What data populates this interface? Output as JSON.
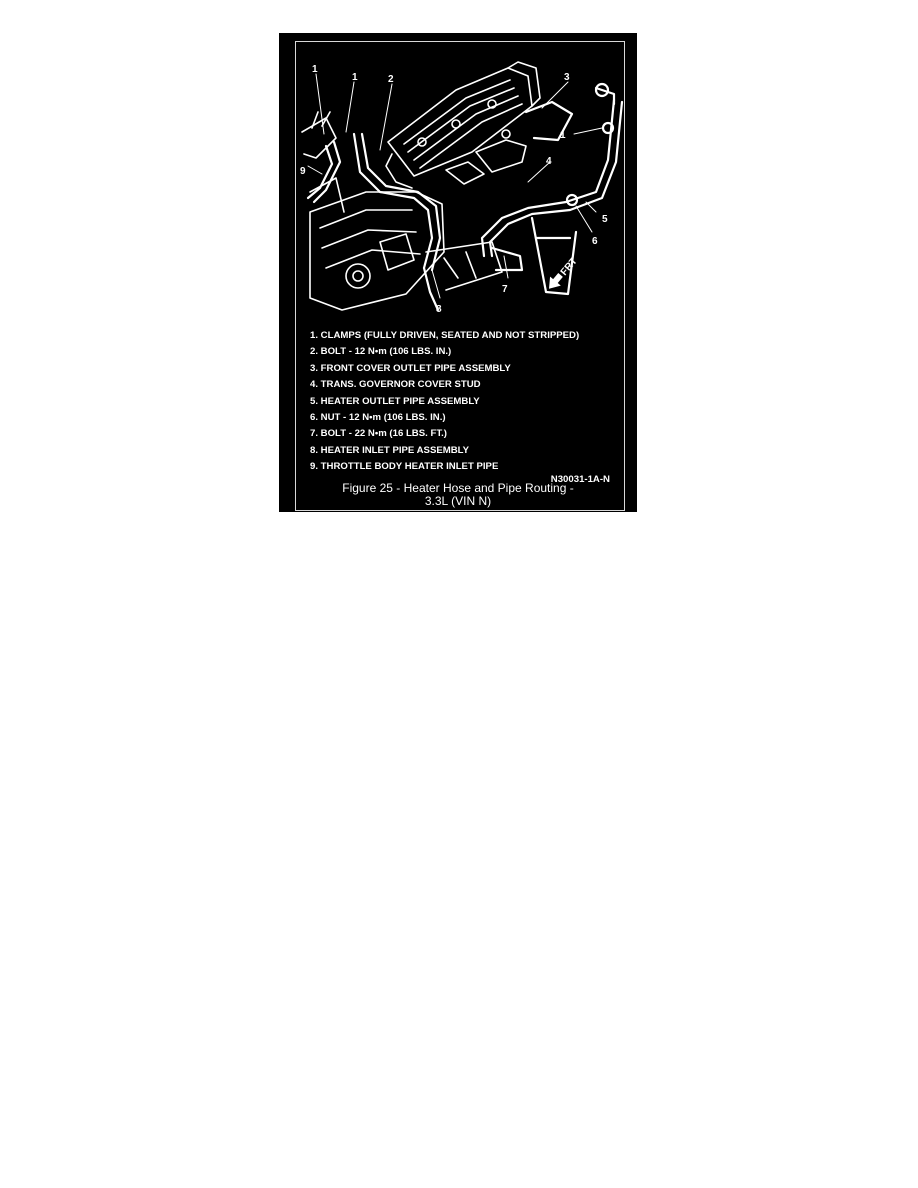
{
  "callouts": {
    "c1a": "1",
    "c1b": "1",
    "c2": "2",
    "c3": "3",
    "c1c": "1",
    "c4": "4",
    "c9": "9",
    "c5": "5",
    "c6": "6",
    "c7": "7",
    "c8": "8"
  },
  "direction_label": "FRT",
  "legend": [
    "1.  CLAMPS (FULLY DRIVEN, SEATED AND NOT STRIPPED)",
    "2.  BOLT - 12 N•m (106 LBS. IN.)",
    "3.  FRONT COVER OUTLET PIPE ASSEMBLY",
    "4.  TRANS. GOVERNOR COVER STUD",
    "5.  HEATER OUTLET PIPE ASSEMBLY",
    "6.  NUT - 12 N•m (106 LBS. IN.)",
    "7.  BOLT - 22 N•m (16 LBS. FT.)",
    "8.  HEATER INLET PIPE ASSEMBLY",
    "9.  THROTTLE BODY HEATER INLET PIPE"
  ],
  "figure_code": "N30031-1A-N",
  "caption_line1": "Figure 25 - Heater Hose and Pipe Routing -",
  "caption_line2": "3.3L (VIN N)",
  "colors": {
    "background": "#000000",
    "linework": "#ffffff",
    "page": "#ffffff"
  }
}
